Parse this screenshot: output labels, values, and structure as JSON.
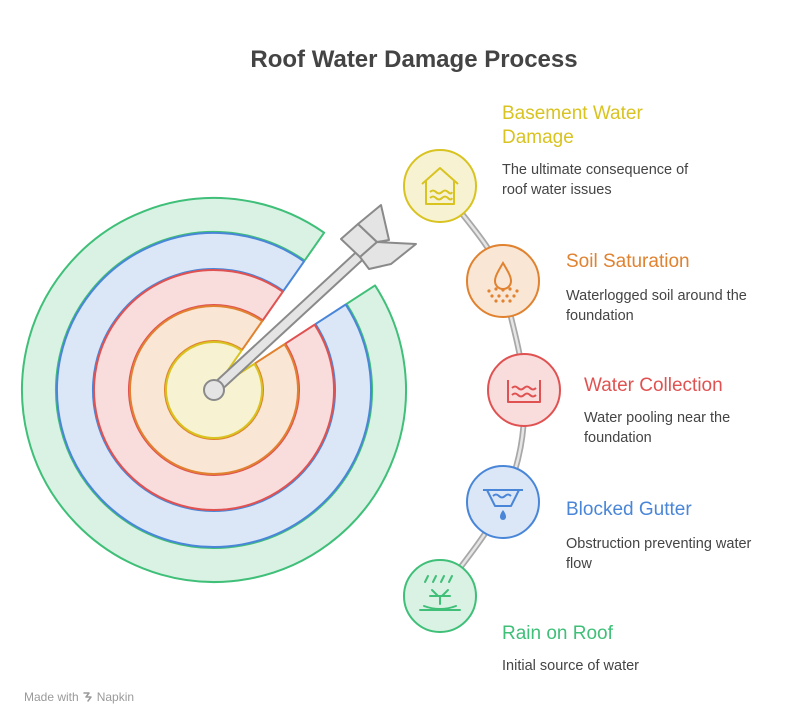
{
  "title": "Roof Water Damage Process",
  "steps": [
    {
      "title": "Basement Water Damage",
      "title_lines": [
        "Basement Water",
        "Damage"
      ],
      "description_lines": [
        "The ultimate consequence of",
        "roof water issues"
      ],
      "icon": "house-water-icon",
      "color": "#d8c320"
    },
    {
      "title": "Soil Saturation",
      "title_lines": [
        "Soil Saturation"
      ],
      "description_lines": [
        "Waterlogged soil around the",
        "foundation"
      ],
      "icon": "water-drop-soil-icon",
      "color": "#e0822f"
    },
    {
      "title": "Water Collection",
      "title_lines": [
        "Water Collection"
      ],
      "description_lines": [
        "Water pooling near the",
        "foundation"
      ],
      "icon": "water-pool-icon",
      "color": "#e05252"
    },
    {
      "title": "Blocked Gutter",
      "title_lines": [
        "Blocked Gutter"
      ],
      "description_lines": [
        "Obstruction preventing water",
        "flow"
      ],
      "icon": "blocked-gutter-icon",
      "color": "#4a86d8"
    },
    {
      "title": "Rain on Roof",
      "title_lines": [
        "Rain on Roof"
      ],
      "description_lines": [
        "Initial source of water"
      ],
      "icon": "rain-roof-icon",
      "color": "#3fbf78"
    }
  ],
  "footer": {
    "made_with": "Made with",
    "brand": "Napkin"
  }
}
